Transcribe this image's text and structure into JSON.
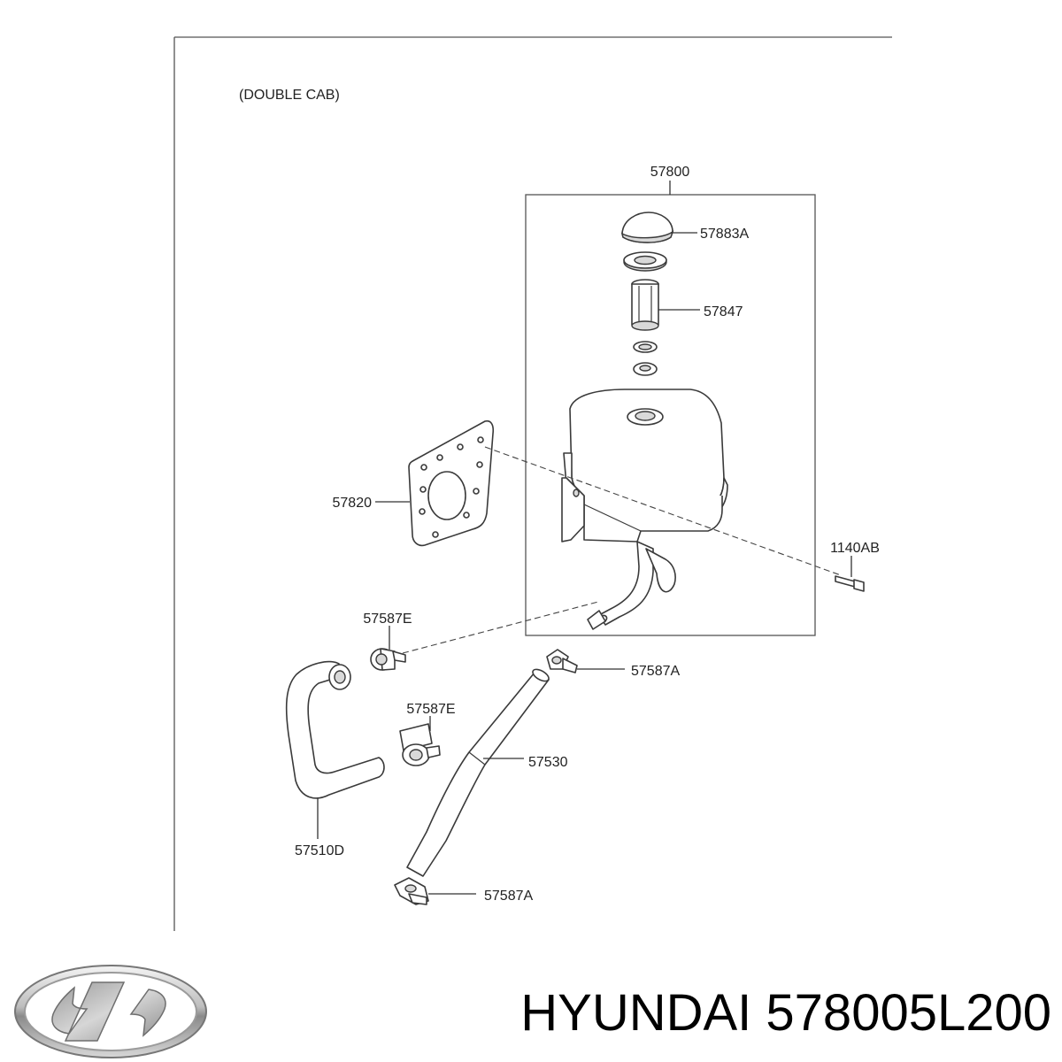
{
  "diagram": {
    "variant_label": "(DOUBLE CAB)",
    "parts": {
      "assembly": "57800",
      "cap": "57883A",
      "strainer": "57847",
      "bracket": "57820",
      "bolt": "1140AB",
      "clamp_upper": "57587E",
      "clamp_mid": "57587E",
      "clamp_right": "57587A",
      "hose_long": "57530",
      "hose_short": "57510D",
      "clamp_bottom": "57587A"
    }
  },
  "footer": {
    "brand": "HYUNDAI",
    "part_number": "578005L200",
    "logo_icon": "hyundai-logo-icon"
  }
}
